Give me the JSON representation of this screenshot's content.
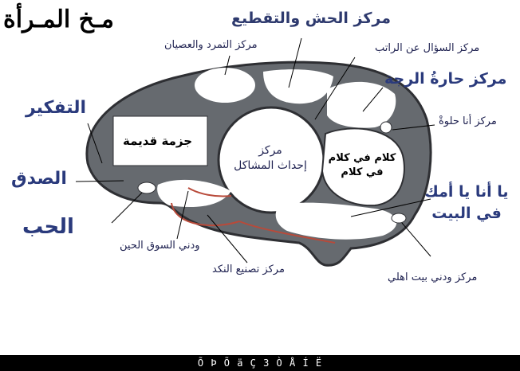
{
  "title": "مـخ المـرأة",
  "regions": {
    "gossip": "مركز الحش والتقطيع",
    "rebellion": "مركز التمرد والعصيان",
    "salary": "مركز السؤال عن الراتب",
    "spicy": "مركز حارةُ الرجة",
    "sweet": "مركز أنا حلوةْ",
    "thinking": "التفكير",
    "honesty": "الصدق",
    "love": "الحب",
    "old_shoe": "جزمة قديمة",
    "problems": "مركز\nإحداث المشاكل",
    "talk": "كلام في كلام\nفي كلام",
    "mom": "يا أنا يا أمك\nفي البيت",
    "market": "ودني السوق الحين",
    "nagging": "مركز تصنيع النكد",
    "family": "مركز ودني بيت اهلي"
  },
  "footer": "Õ Þ Õ ä Ç 3 Ò Å Í Ë",
  "colors": {
    "brain": "#666a6f",
    "outline": "#2e2f33",
    "accent_red": "#b84a3a",
    "label_navy": "#2a3a7c"
  }
}
